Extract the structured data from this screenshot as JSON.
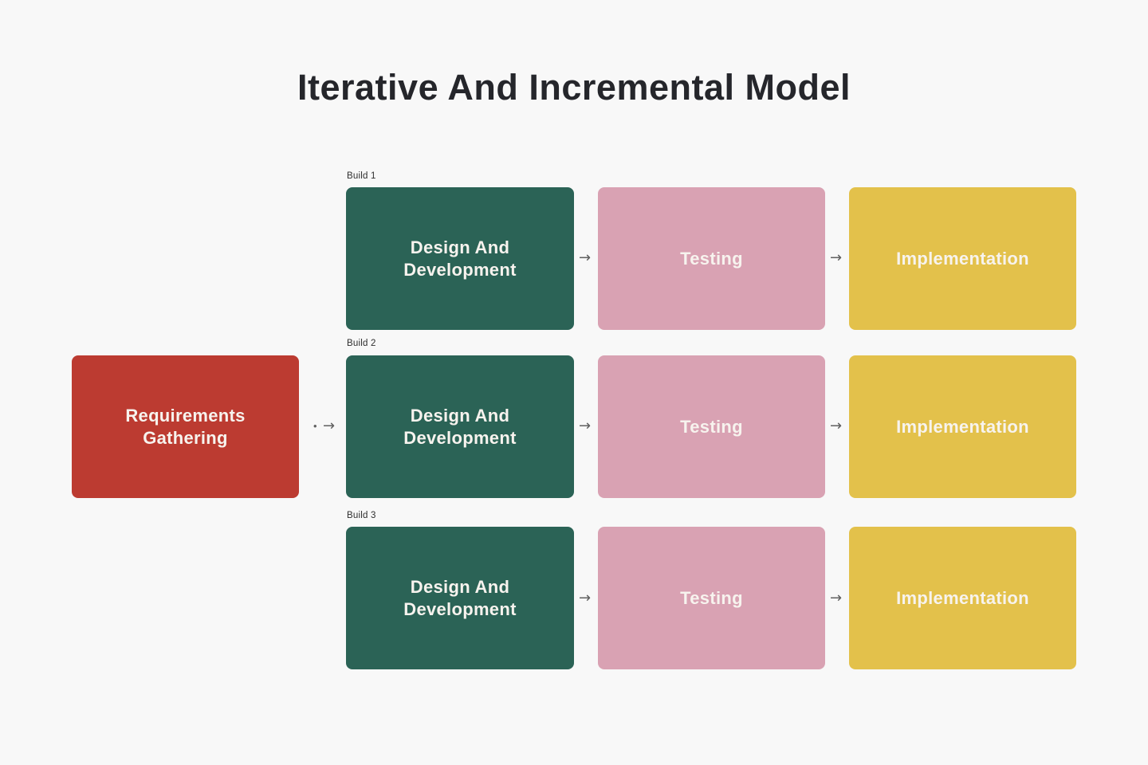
{
  "title": "Iterative And Incremental Model",
  "start": {
    "label": "Requirements Gathering"
  },
  "connector": {
    "dot": "•",
    "arrow": "→"
  },
  "builds": [
    {
      "label": "Build 1",
      "steps": [
        "Design And Development",
        "Testing",
        "Implementation"
      ]
    },
    {
      "label": "Build 2",
      "steps": [
        "Design And Development",
        "Testing",
        "Implementation"
      ]
    },
    {
      "label": "Build 3",
      "steps": [
        "Design And Development",
        "Testing",
        "Implementation"
      ]
    }
  ],
  "colors": {
    "background": "#f8f8f8",
    "requirements_box": "#bc3b31",
    "design_development_box": "#2b6356",
    "testing_box": "#d9a2b3",
    "implementation_box": "#e3c14b",
    "box_text": "#f7f3ee",
    "title_text": "#25262b",
    "build_label_text": "#2e2e2e",
    "connector": "#606060"
  }
}
